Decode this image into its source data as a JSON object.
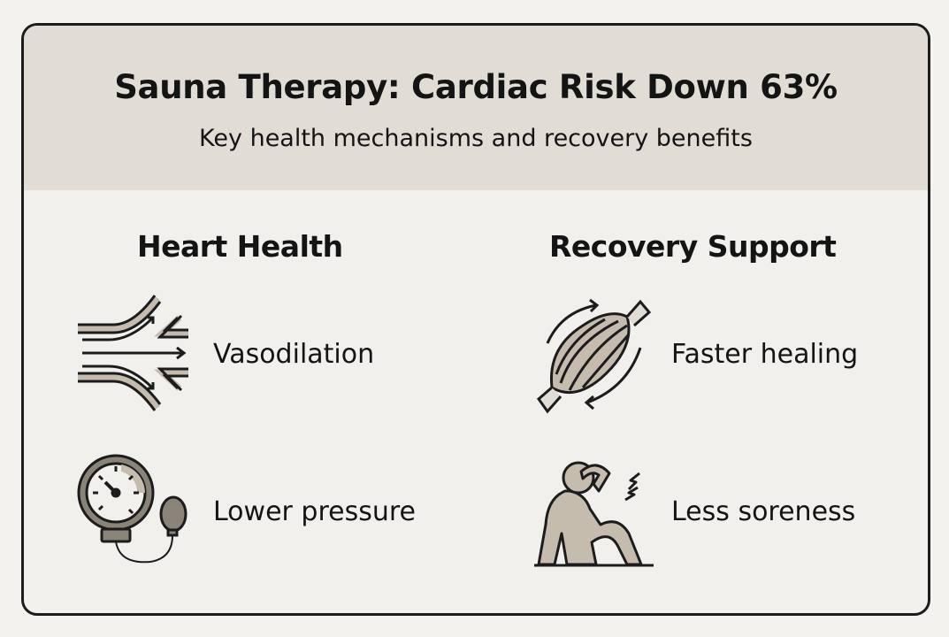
{
  "header": {
    "title": "Sauna Therapy: Cardiac Risk Down 63%",
    "subtitle": "Key health mechanisms and recovery benefits"
  },
  "columns": [
    {
      "heading": "Heart Health",
      "items": [
        {
          "label": "Vasodilation",
          "icon": "vasodilation-icon"
        },
        {
          "label": "Lower pressure",
          "icon": "blood-pressure-gauge-icon"
        }
      ]
    },
    {
      "heading": "Recovery Support",
      "items": [
        {
          "label": "Faster healing",
          "icon": "muscle-icon"
        },
        {
          "label": "Less soreness",
          "icon": "sore-person-icon"
        }
      ]
    }
  ],
  "colors": {
    "background": "#f1f0ec",
    "header_band": "#e1ddd4",
    "accent": "#c5bcae",
    "ink": "#1c1c1c"
  }
}
